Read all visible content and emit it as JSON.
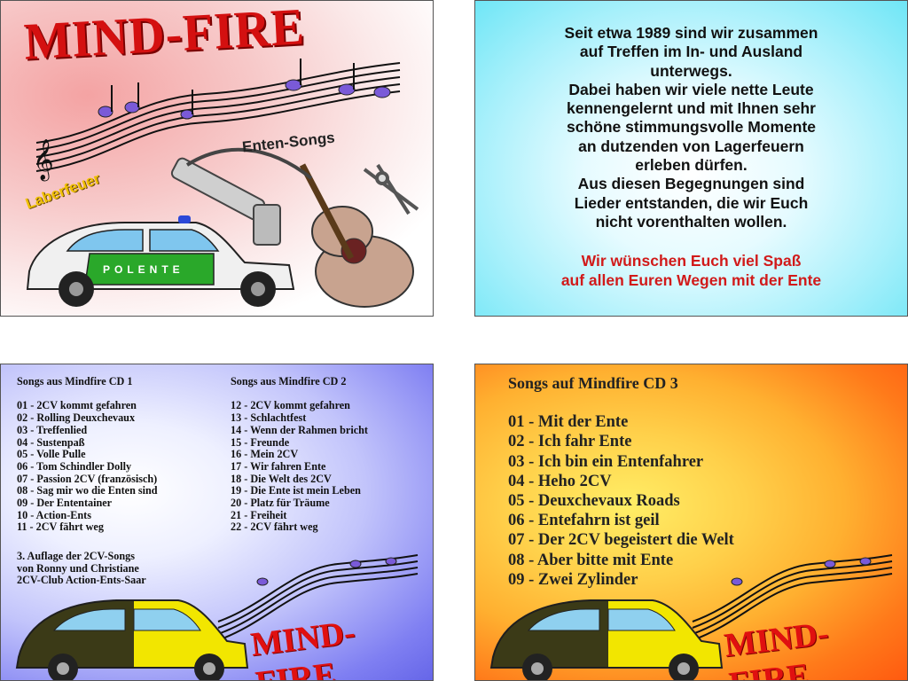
{
  "panel1": {
    "logo": "MIND-FIRE",
    "enten_songs": "Enten-Songs",
    "laberfeuer": "Laberfeuer",
    "car_label": "POLENTE"
  },
  "panel2": {
    "intro_lines": [
      "Seit etwa 1989 sind wir zusammen",
      "auf Treffen im In- und Ausland",
      "unterwegs.",
      "Dabei haben wir viele nette Leute",
      "kennengelernt und mit Ihnen sehr",
      "schöne stimmungsvolle Momente",
      "an dutzenden von Lagerfeuern",
      "erleben dürfen.",
      "Aus diesen Begegnungen sind",
      "Lieder entstanden, die wir Euch",
      "nicht vorenthalten wollen."
    ],
    "wish_lines": [
      "Wir wünschen Euch viel Spaß",
      "auf allen Euren Wegen mit der Ente"
    ]
  },
  "panel3": {
    "cd1": {
      "heading": "Songs aus Mindfire CD 1",
      "songs": [
        "01 - 2CV kommt gefahren",
        "02 - Rolling Deuxchevaux",
        "03 - Treffenlied",
        "04 - Sustenpaß",
        "05 - Volle Pulle",
        "06 - Tom Schindler Dolly",
        "07 - Passion 2CV (französisch)",
        "08 - Sag mir wo die Enten sind",
        "09 - Der Ententainer",
        "10 - Action-Ents",
        "11 - 2CV fährt weg"
      ]
    },
    "cd2": {
      "heading": "Songs aus Mindfire CD 2",
      "songs": [
        "12 - 2CV kommt gefahren",
        "13 - Schlachtfest",
        "14 - Wenn der Rahmen bricht",
        "15 - Freunde",
        "16 - Mein 2CV",
        "17 - Wir fahren Ente",
        "18 - Die Welt des 2CV",
        "19 - Die Ente ist mein Leben",
        "20 - Platz für Träume",
        "21 - Freiheit",
        "22 - 2CV fährt weg"
      ]
    },
    "credit_lines": [
      "3. Auflage der 2CV-Songs",
      "von Ronny und Christiane",
      "2CV-Club Action-Ents-Saar"
    ],
    "logo": "MIND-FIRE"
  },
  "panel4": {
    "heading": "Songs auf Mindfire CD 3",
    "songs": [
      "01 - Mit der Ente",
      "02 - Ich fahr Ente",
      "03 - Ich bin ein Entenfahrer",
      "04 - Heho 2CV",
      "05 - Deuxchevaux Roads",
      "06 - Entefahrn ist geil",
      "07 - Der 2CV begeistert die Welt",
      "08 - Aber bitte mit Ente",
      "09 - Zwei Zylinder"
    ],
    "logo": "MIND-FIRE"
  },
  "colors": {
    "logo_red": "#d41010",
    "wish_red": "#d11a1a",
    "laberfeuer_yellow": "#f0c000",
    "police_green": "#2aa82a",
    "car_yellow": "#f2e600"
  }
}
